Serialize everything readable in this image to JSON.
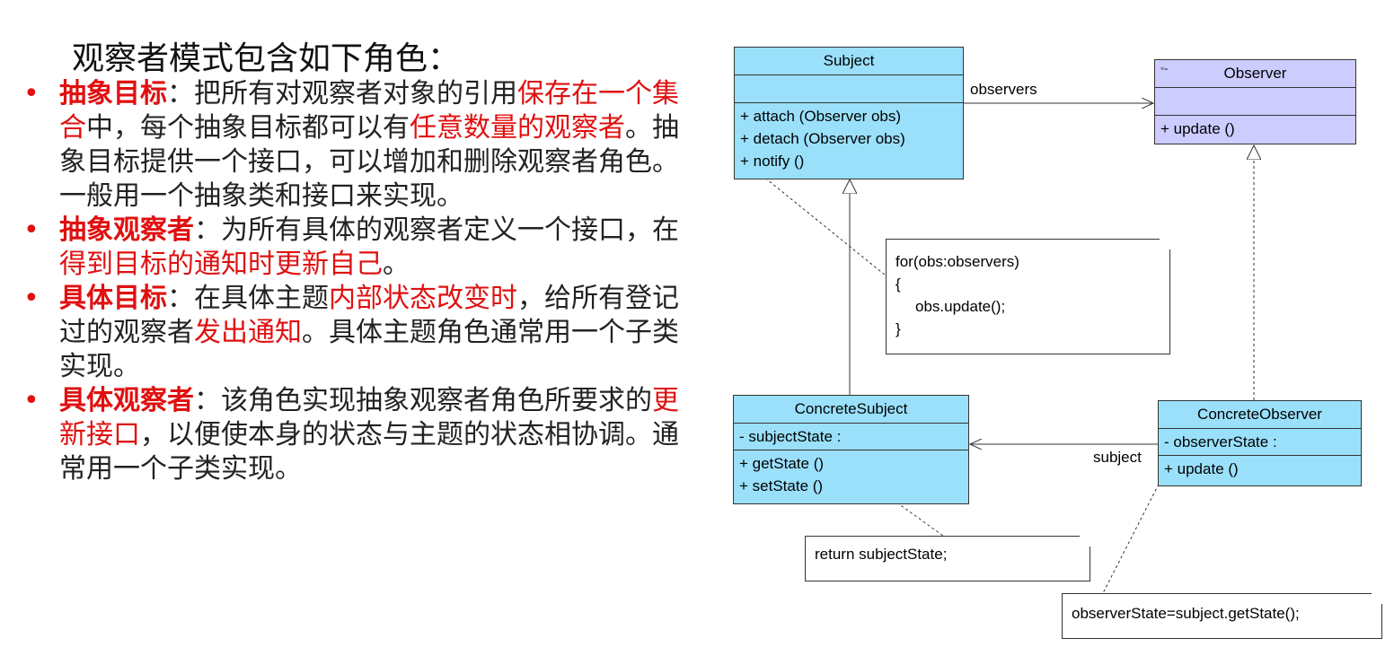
{
  "heading": "观察者模式包含如下角色：",
  "bullets": [
    {
      "term": "抽象目标",
      "segments": [
        {
          "t": "：把所有对观察者对象的引用",
          "hl": false
        },
        {
          "t": "保存在一个集合",
          "hl": true
        },
        {
          "t": "中，每个抽象目标都可以有",
          "hl": false
        },
        {
          "t": "任意数量的观察者",
          "hl": true
        },
        {
          "t": "。抽象目标提供一个接口，可以增加和删除观察者角色。一般用一个抽象类和接口来实现。",
          "hl": false
        }
      ]
    },
    {
      "term": "抽象观察者",
      "segments": [
        {
          "t": "：为所有具体的观察者定义一个接口，在",
          "hl": false
        },
        {
          "t": "得到目标的通知时更新自己",
          "hl": true
        },
        {
          "t": "。",
          "hl": false
        }
      ]
    },
    {
      "term": "具体目标",
      "segments": [
        {
          "t": "：在具体主题",
          "hl": false
        },
        {
          "t": "内部状态改变时",
          "hl": true
        },
        {
          "t": "，给所有登记过的观察者",
          "hl": false
        },
        {
          "t": "发出通知",
          "hl": true
        },
        {
          "t": "。具体主题角色通常用一个子类实现。",
          "hl": false
        }
      ]
    },
    {
      "term": "具体观察者",
      "segments": [
        {
          "t": "：该角色实现抽象观察者角色所要求的",
          "hl": false
        },
        {
          "t": "更新接口",
          "hl": true
        },
        {
          "t": "，以便使本身的状态与主题的状态相协调。通常用一个子类实现。",
          "hl": false
        }
      ]
    }
  ],
  "uml": {
    "subject": {
      "name": "Subject",
      "ops": [
        "+ attach (Observer obs)",
        "+ detach (Observer obs)",
        "+ notify ()"
      ]
    },
    "observer": {
      "name": "Observer",
      "icon": "interface-icon",
      "ops": [
        "+ update ()"
      ]
    },
    "concrete_subject": {
      "name": "ConcreteSubject",
      "attrs": [
        "- subjectState :"
      ],
      "ops": [
        "+ getState ()",
        "+ setState ()"
      ]
    },
    "concrete_observer": {
      "name": "ConcreteObserver",
      "attrs": [
        "- observerState :"
      ],
      "ops": [
        "+ update ()"
      ]
    },
    "labels": {
      "observers": "observers",
      "subject": "subject"
    },
    "notes": {
      "notify_code": [
        "for(obs:observers)",
        "{",
        "   obs.update();",
        "}"
      ],
      "get_state_code": "return subjectState;",
      "update_code": "observerState=subject.getState();"
    }
  },
  "colors": {
    "accent": "#e01010",
    "class_fill": "#9ae0fb",
    "interface_fill": "#ccccff"
  }
}
